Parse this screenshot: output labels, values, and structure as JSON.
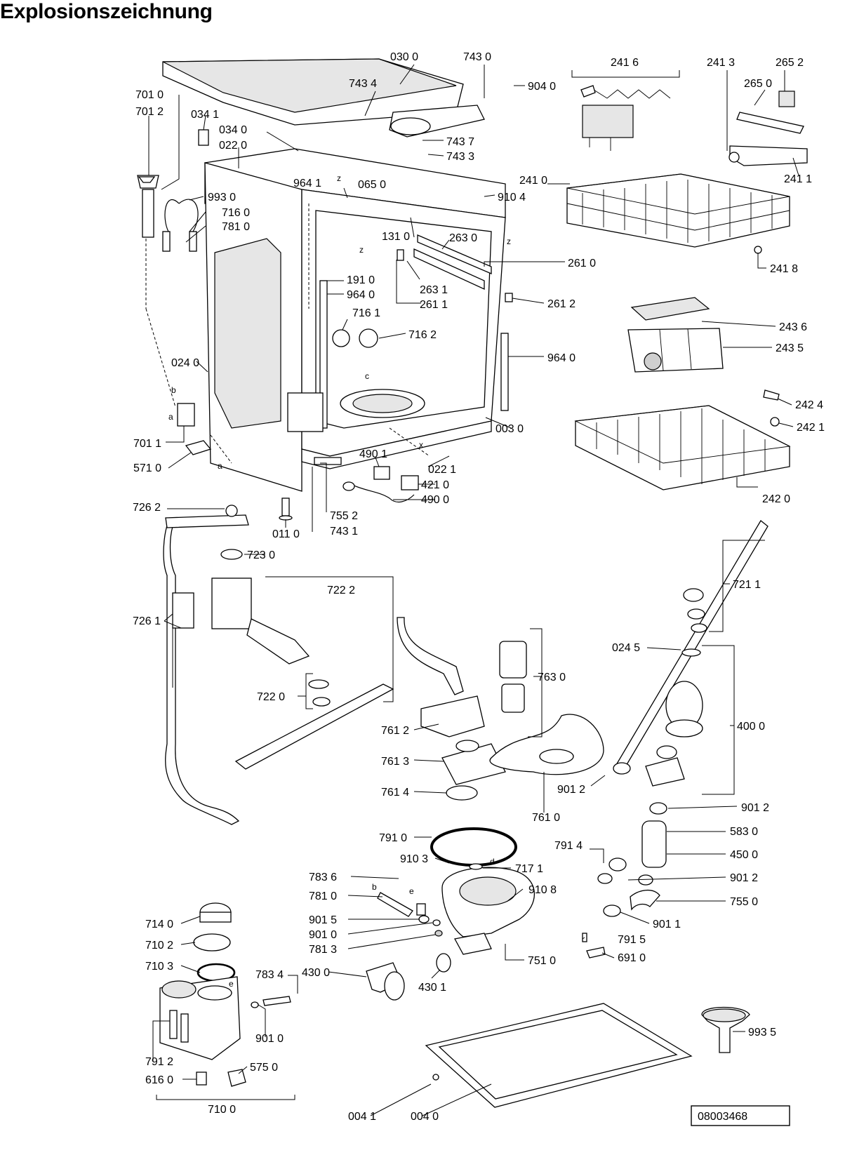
{
  "title": "Explosionszeichnung",
  "document_number": "08003468",
  "callouts": {
    "c0300": "030 0",
    "c7434": "743 4",
    "c7430": "743 0",
    "c9040": "904 0",
    "c7010": "701 0",
    "c7012": "701 2",
    "c0341": "034 1",
    "c0340": "034 0",
    "c0220": "022 0",
    "c7437": "743 7",
    "c7433": "743 3",
    "c9641": "964 1",
    "c0650": "065 0",
    "c9104": "910 4",
    "c9930": "993 0",
    "c7160": "716 0",
    "c7810": "781 0",
    "c1310": "131 0",
    "c2630": "263 0",
    "c2610": "261 0",
    "c1910": "191 0",
    "c2631": "263 1",
    "c9640a": "964 0",
    "c2611": "261 1",
    "c2612": "261 2",
    "c7161": "716 1",
    "c7162": "716 2",
    "c9640b": "964 0",
    "c0240": "024 0",
    "c0030": "003 0",
    "c7011": "701 1",
    "c5710": "571 0",
    "c4901": "490 1",
    "c0221": "022 1",
    "c4210": "421 0",
    "c4900": "490 0",
    "c7262": "726 2",
    "c0110": "011 0",
    "c7552": "755 2",
    "c7431": "743 1",
    "c7230": "723 0",
    "c2416": "241 6",
    "c2413": "241 3",
    "c2652": "265 2",
    "c2650": "265 0",
    "c2411": "241 1",
    "c2410": "241 0",
    "c2418": "241 8",
    "c2436": "243 6",
    "c2435": "243 5",
    "c2424": "242 4",
    "c2421": "242 1",
    "c2420": "242 0",
    "c7222": "722 2",
    "c7261": "726 1",
    "c7220": "722 0",
    "c7211": "721 1",
    "c7630": "763 0",
    "c0245": "024 5",
    "c4000": "400 0",
    "c7612": "761 2",
    "c7613": "761 3",
    "c7614": "761 4",
    "c9012a": "901 2",
    "c7610": "761 0",
    "c9012b": "901 2",
    "c7910": "791 0",
    "c5830": "583 0",
    "c7914": "791 4",
    "c4500": "450 0",
    "c9103": "910 3",
    "c7171": "717 1",
    "c7836": "783 6",
    "c9108": "910 8",
    "c9012c": "901 2",
    "c7810b": "781 0",
    "c7550": "755 0",
    "c9015": "901 5",
    "c9011": "901 1",
    "c9010a": "901 0",
    "c7915": "791 5",
    "c7813": "781 3",
    "c7510": "751 0",
    "c6910": "691 0",
    "c7140": "714 0",
    "c7102": "710 2",
    "c7103": "710 3",
    "c7834": "783 4",
    "c4300": "430 0",
    "c4301": "430 1",
    "c9010b": "901 0",
    "c9935": "993 5",
    "c7912": "791 2",
    "c5750": "575 0",
    "c6160": "616 0",
    "c7100": "710 0",
    "c0041": "004 1",
    "c0040": "004 0"
  },
  "markers": {
    "z1": "z",
    "z2": "z",
    "z3": "z",
    "c1": "c",
    "x1": "x",
    "a1": "a",
    "a2": "a",
    "b1": "b",
    "b2": "b",
    "d1": "d",
    "e1": "e",
    "e2": "e"
  }
}
